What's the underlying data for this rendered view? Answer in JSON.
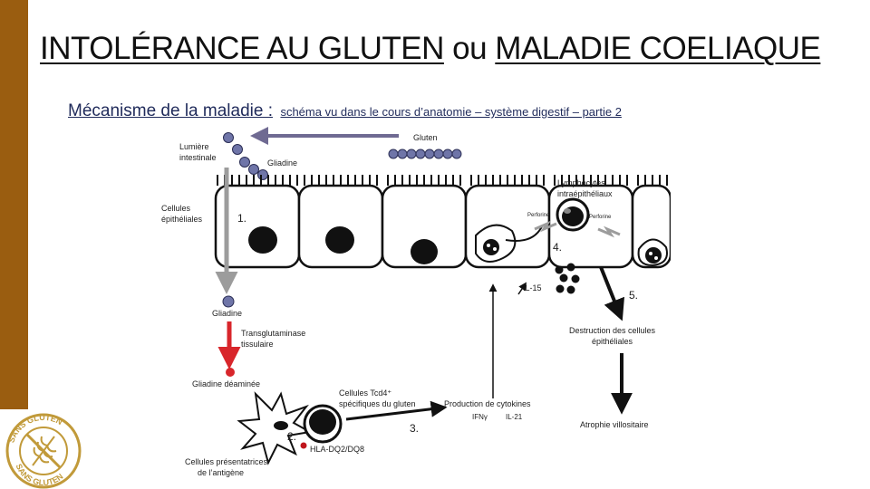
{
  "title": {
    "part1": "INTOLÉRANCE AU GLUTEN",
    "connector": " ou ",
    "part2": "MALADIE COELIAQUE"
  },
  "subtitle": {
    "main": "Mécanisme de la maladie :",
    "note": "schéma vu dans le cours d’anatomie – système digestif – partie 2"
  },
  "diagram": {
    "labels": {
      "gluten": "Gluten",
      "lumiere1": "Lumière",
      "lumiere2": "intestinale",
      "gliadine_top": "Gliadine",
      "cellules1": "Cellules",
      "cellules2": "épithéliales",
      "lympho1": "Lymphocytes",
      "lympho2": "intraépithéliaux",
      "perforine_left": "Perforine",
      "perforine_right": "Perforine",
      "gliadine_mid": "Gliadine",
      "transglut1": "Transglutaminase",
      "transglut2": "tissulaire",
      "gliadine_deam": "Gliadine déaminée",
      "tcd4_1": "Cellules Tcd4⁺",
      "tcd4_2": "spécifiques du gluten",
      "cytokines": "Production de cytokines",
      "ifn": "IFNγ",
      "il21": "IL-21",
      "il15": "IL-15",
      "destruction1": "Destruction des cellules",
      "destruction2": "épithéliales",
      "atrophie": "Atrophie villositaire",
      "hla": "HLA-DQ2/DQ8",
      "cpa1": "Cellules présentatrices",
      "cpa2": "de l’antigène"
    },
    "steps": {
      "s1": "1.",
      "s2": "2.",
      "s3": "3.",
      "s4": "4.",
      "s5": "5."
    }
  },
  "logo": {
    "text_top": "SANS GLUTEN",
    "text_bottom": "SANS GLUTEN"
  },
  "colors": {
    "sidebar": "#9a5d10",
    "subtitle": "#1f2a5a",
    "gluten_bead": "#6f75a8",
    "red_arrow": "#d8262b",
    "gray_arrow": "#9c9c9c",
    "logo_gold": "#c19a3a"
  }
}
